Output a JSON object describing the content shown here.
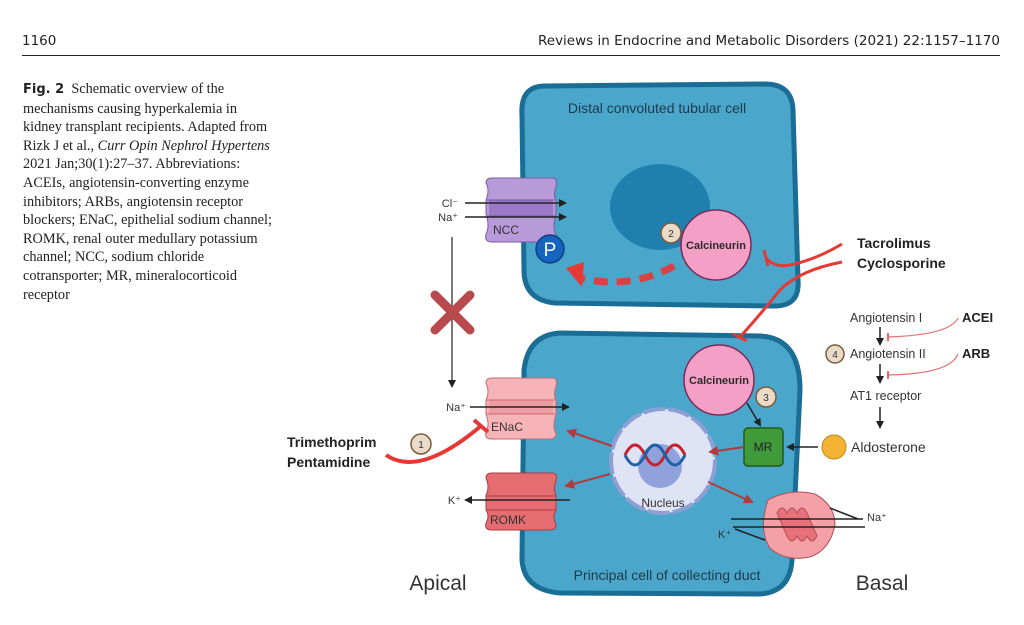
{
  "header": {
    "page_number": "1160",
    "journal": "Reviews in Endocrine and Metabolic Disorders (2021) 22:1157–1170"
  },
  "caption": {
    "label": "Fig. 2",
    "text_1": "Schematic overview of the mechanisms causing hyper­kalemia in kidney transplant recipients.  Adapted from Rizk J et al., ",
    "journal_italic": "Curr Opin Nephrol Hypertens",
    "text_2": " 2021 Jan;30(1):27–37. Abbreviations: ACEIs, angiotensin-converting enzyme inhibitors; ARBs, angiotensin receptor blockers; ENaC, epi­thelial sodium channel; ROMK, renal outer medullary potassium channel; NCC, sodium chloride cotransporter; MR, mineralo­corticoid receptor"
  },
  "figure": {
    "dct_cell_label": "Distal convoluted tubular cell",
    "principal_cell_label": "Principal cell of collecting duct",
    "apical_label": "Apical",
    "basal_label": "Basal",
    "ncc": {
      "label": "NCC",
      "ion1": "Cl⁻",
      "ion2": "Na⁺"
    },
    "phospho": "P",
    "calcineurin_top": "Calcineurin",
    "calcineurin_bottom": "Calcineurin",
    "step_badges": [
      "1",
      "2",
      "3",
      "4"
    ],
    "drugs_cni": [
      "Tacrolimus",
      "Cyclosporine"
    ],
    "drugs_enac": [
      "Trimethoprim",
      "Pentamidine"
    ],
    "enac": {
      "label": "ENaC",
      "ion": "Na⁺"
    },
    "romk": {
      "label": "ROMK",
      "ion": "K⁺"
    },
    "mr_label": "MR",
    "nucleus_label": "Nucleus",
    "pump": {
      "na": "Na⁺",
      "k": "K⁺"
    },
    "raas": {
      "angiotensin_1": "Angiotensin I",
      "angiotensin_2": "Angiotensin II",
      "at1": "AT1 receptor",
      "aldosterone": "Aldosterone",
      "acei": "ACEI",
      "arb": "ARB"
    },
    "colors": {
      "cell_fill": "#4ba6cb",
      "cell_border": "#1a6d94",
      "nucleus_dct": "#1f7fae",
      "calcineurin": "#f4a0c6",
      "inhibitor_red": "#e53935",
      "ncc_purple": "#b99ad8",
      "enac_pink": "#f6b4b8",
      "romk_red": "#e56c70",
      "mr_green": "#3f9a3a",
      "aldosterone_orange": "#f5b335",
      "block_x": "#b84a4e"
    }
  }
}
